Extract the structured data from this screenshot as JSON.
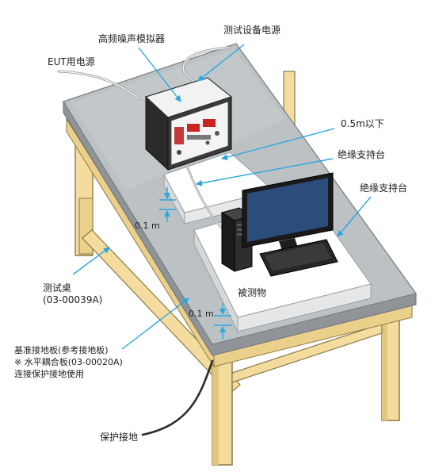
{
  "labels": {
    "noise_simulator": "高频噪声模拟器",
    "test_power": "测试设备电源",
    "eut_power": "EUT用电源",
    "distance_0_5m": "0.5m以下",
    "insulated_support_1": "绝缘支持台",
    "insulated_support_2": "绝缘支持台",
    "height_0_1m_upper": "0.1 m",
    "height_0_1m_lower": "0.1 m",
    "eut": "被测物",
    "test_table_line1": "测试桌",
    "test_table_line2": "(03-00039A)",
    "ground_plate_line1": "基准接地板(参考接地板)",
    "ground_plate_line2": "※ 水平耦合板(03-00020A)",
    "ground_plate_line3": "连接保护接地使用",
    "protective_ground": "保护接地"
  },
  "colors": {
    "arrow": "#2aa7df",
    "table_top": "#b9bec1",
    "table_edge": "#9aa0a3",
    "wood": "#f4dc9e",
    "wood_edge": "#8d7a4a",
    "platform": "#ffffff",
    "monitor_screen": "#2b4d7c",
    "device_dark": "#2e2e2e"
  }
}
